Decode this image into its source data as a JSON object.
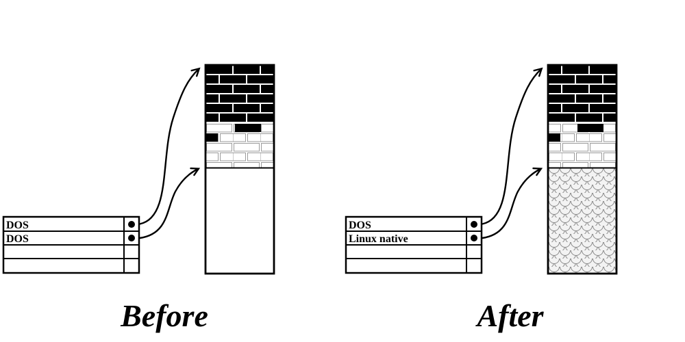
{
  "before": {
    "caption": "Before",
    "partition_table": {
      "rows": [
        "DOS",
        "DOS",
        "",
        ""
      ]
    }
  },
  "after": {
    "caption": "After",
    "partition_table": {
      "rows": [
        "DOS",
        "Linux native",
        "",
        ""
      ]
    }
  },
  "colors": {
    "ink": "#000000",
    "paper": "#ffffff",
    "light_brick_outline": "#9a9a9a",
    "scale_fill": "#f3f3f3",
    "scale_outline": "#8c8c8c"
  }
}
